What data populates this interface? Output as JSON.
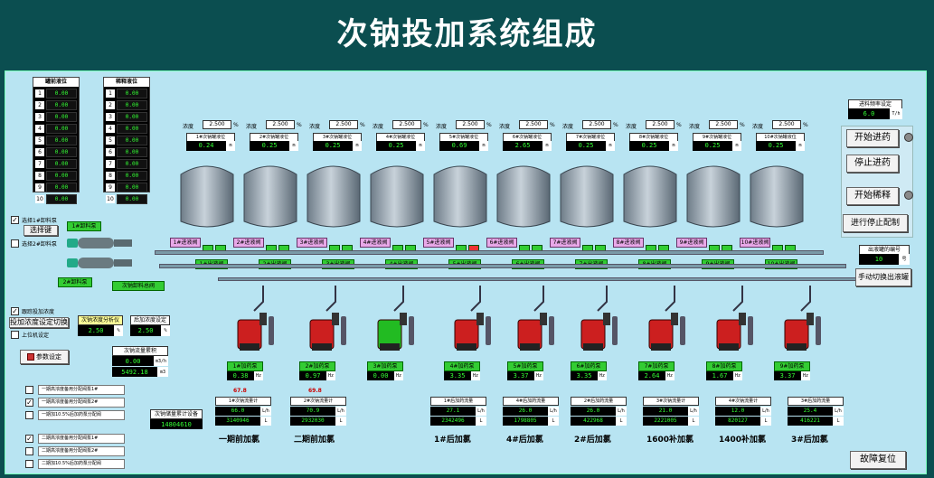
{
  "title": "次钠投加系统组成",
  "left_table_1": {
    "header": "罐前液位",
    "rows": [
      {
        "n": "1",
        "v": "0.00"
      },
      {
        "n": "2",
        "v": "0.00"
      },
      {
        "n": "3",
        "v": "0.00"
      },
      {
        "n": "4",
        "v": "0.00"
      },
      {
        "n": "5",
        "v": "0.00"
      },
      {
        "n": "6",
        "v": "0.00"
      },
      {
        "n": "7",
        "v": "0.00"
      },
      {
        "n": "8",
        "v": "0.00"
      },
      {
        "n": "9",
        "v": "0.00"
      },
      {
        "n": "10",
        "v": "0.00"
      }
    ]
  },
  "left_table_2": {
    "header": "稀释液位",
    "rows": [
      {
        "n": "1",
        "v": "0.00"
      },
      {
        "n": "2",
        "v": "0.00"
      },
      {
        "n": "3",
        "v": "0.00"
      },
      {
        "n": "4",
        "v": "0.00"
      },
      {
        "n": "5",
        "v": "0.00"
      },
      {
        "n": "6",
        "v": "0.00"
      },
      {
        "n": "7",
        "v": "0.00"
      },
      {
        "n": "8",
        "v": "0.00"
      },
      {
        "n": "9",
        "v": "0.00"
      },
      {
        "n": "10",
        "v": "0.00"
      }
    ]
  },
  "tanks": [
    {
      "conc_label": "浓度",
      "conc": "2.500",
      "unit": "%",
      "level_label": "1#次钠罐液位",
      "level": "0.24",
      "level_unit": "m",
      "inlet": "1#进液阀",
      "outlet": "1#出液阀"
    },
    {
      "conc_label": "浓度",
      "conc": "2.500",
      "unit": "%",
      "level_label": "2#次钠罐液位",
      "level": "0.25",
      "level_unit": "m",
      "inlet": "2#进液阀",
      "outlet": "2#出液阀"
    },
    {
      "conc_label": "浓度",
      "conc": "2.500",
      "unit": "%",
      "level_label": "3#次钠罐液位",
      "level": "0.25",
      "level_unit": "m",
      "inlet": "3#进液阀",
      "outlet": "3#出液阀"
    },
    {
      "conc_label": "浓度",
      "conc": "2.500",
      "unit": "%",
      "level_label": "4#次钠罐液位",
      "level": "0.25",
      "level_unit": "m",
      "inlet": "4#进液阀",
      "outlet": "4#出液阀"
    },
    {
      "conc_label": "浓度",
      "conc": "2.500",
      "unit": "%",
      "level_label": "5#次钠罐液位",
      "level": "0.69",
      "level_unit": "m",
      "inlet": "5#进液阀",
      "outlet": "5#出液阀"
    },
    {
      "conc_label": "浓度",
      "conc": "2.500",
      "unit": "%",
      "level_label": "6#次钠罐液位",
      "level": "2.65",
      "level_unit": "m",
      "inlet": "6#进液阀",
      "outlet": "6#出液阀"
    },
    {
      "conc_label": "浓度",
      "conc": "2.500",
      "unit": "%",
      "level_label": "7#次钠罐液位",
      "level": "0.25",
      "level_unit": "m",
      "inlet": "7#进液阀",
      "outlet": "7#出液阀"
    },
    {
      "conc_label": "浓度",
      "conc": "2.500",
      "unit": "%",
      "level_label": "8#次钠罐液位",
      "level": "0.25",
      "level_unit": "m",
      "inlet": "8#进液阀",
      "outlet": "8#出液阀"
    },
    {
      "conc_label": "浓度",
      "conc": "2.500",
      "unit": "%",
      "level_label": "9#次钠罐液位",
      "level": "0.25",
      "level_unit": "m",
      "inlet": "9#进液阀",
      "outlet": "9#出液阀"
    },
    {
      "conc_label": "浓度",
      "conc": "2.500",
      "unit": "%",
      "level_label": "10#次钠罐液位",
      "level": "0.25",
      "level_unit": "m",
      "inlet": "10#进液阀",
      "outlet": "10#出液阀"
    }
  ],
  "right_panel": {
    "set_label": "进料频率设定",
    "set_value": "6.0",
    "set_unit": "T/h",
    "btn_start_feed": "开始进药",
    "btn_stop_feed": "停止进药",
    "btn_start_dilute": "开始稀释",
    "btn_stop_prep": "进行停止配制",
    "tank_no_label": "出液罐的编号",
    "tank_no": "10",
    "tank_no_unit": "号",
    "btn_switch": "手动切换出液罐",
    "btn_reset": "故障复位"
  },
  "left_controls": {
    "cb_pump1": "选择1#卸料泵",
    "cb_pump2": "选择2#卸料泵",
    "btn_select": "选择键",
    "pump1": "1#卸料泵",
    "pump2": "2#卸料泵",
    "main_valve": "次钠卸料总阀",
    "cb_follow": "跟踪投加浓度",
    "btn_conc_set": "投加浓度设定切换",
    "cb_upper": "上位机设定",
    "conc_analysis_label": "次钠浓度分析仪",
    "conc_analysis": "2.50",
    "conc_analysis_unit": "%",
    "post_conc_label": "后加浓度设定",
    "post_conc": "2.50",
    "post_conc_unit": "%",
    "flow_total_label": "次钠流量累积",
    "flow_value": "0.00",
    "flow_unit": "m3/h",
    "flow_total": "5492.18",
    "flow_total_unit": "m3",
    "btn_param": "参数设定",
    "menu": [
      {
        "checked": false,
        "label": "一期高浓度备用分配阀泵1#"
      },
      {
        "checked": true,
        "label": "一期高浓度备用分配阀泵2#"
      },
      {
        "checked": false,
        "label": "一期加10.5%后加药泵分配阀"
      },
      {
        "checked": true,
        "label": "二期高浓度备用分配阀泵1#"
      },
      {
        "checked": false,
        "label": "二期高浓度备用分配阀泵2#"
      },
      {
        "checked": false,
        "label": "二期加10.5%后加药泵分配阀"
      }
    ],
    "total_label": "次钠储量累计设备",
    "total_value": "14804610"
  },
  "pumps": [
    {
      "label": "1#加药泵",
      "value": "0.38",
      "unit": "Hz",
      "color": "red"
    },
    {
      "label": "2#加药泵",
      "value": "0.97",
      "unit": "Hz",
      "color": "red"
    },
    {
      "label": "3#加药泵",
      "value": "0.00",
      "unit": "Hz",
      "color": "green"
    },
    {
      "label": "4#加药泵",
      "value": "3.35",
      "unit": "Hz",
      "color": "red"
    },
    {
      "label": "5#加药泵",
      "value": "3.37",
      "unit": "Hz",
      "color": "red"
    },
    {
      "label": "6#加药泵",
      "value": "3.35",
      "unit": "Hz",
      "color": "red"
    },
    {
      "label": "7#加药泵",
      "value": "2.64",
      "unit": "Hz",
      "color": "red"
    },
    {
      "label": "8#加药泵",
      "value": "1.67",
      "unit": "Hz",
      "color": "red"
    },
    {
      "label": "9#加药泵",
      "value": "3.37",
      "unit": "Hz",
      "color": "red"
    }
  ],
  "flows": [
    {
      "label": "1#次钠流量计",
      "top": "67.8",
      "rate": "66.0",
      "rate_unit": "L/h",
      "total": "3140946",
      "total_unit": "L",
      "area": "一期前加氯"
    },
    {
      "label": "2#次钠流量计",
      "top": "69.8",
      "rate": "70.9",
      "rate_unit": "L/h",
      "total": "2932030",
      "total_unit": "L",
      "area": "二期前加氯"
    },
    {
      "label": "1#后加药流量",
      "top": "",
      "rate": "27.1",
      "rate_unit": "L/h",
      "total": "2342496",
      "total_unit": "L",
      "area": "1#后加氯"
    },
    {
      "label": "4#后加药流量",
      "top": "",
      "rate": "26.0",
      "rate_unit": "L/h",
      "total": "1798805",
      "total_unit": "L",
      "area": "4#后加氯"
    },
    {
      "label": "2#后加药流量",
      "top": "",
      "rate": "26.0",
      "rate_unit": "L/h",
      "total": "422968",
      "total_unit": "L",
      "area": "2#后加氯"
    },
    {
      "label": "3#次钠流量计",
      "top": "",
      "rate": "21.0",
      "rate_unit": "L/h",
      "total": "2221005",
      "total_unit": "L",
      "area": "1600补加氯"
    },
    {
      "label": "4#次钠流量计",
      "top": "",
      "rate": "12.0",
      "rate_unit": "L/h",
      "total": "820127",
      "total_unit": "L",
      "area": "1400补加氯"
    },
    {
      "label": "3#后加药流量",
      "top": "",
      "rate": "25.4",
      "rate_unit": "L/h",
      "total": "416221",
      "total_unit": "L",
      "area": "3#后加氯"
    }
  ],
  "colors": {
    "background": "#0b4e50",
    "panel": "#b8e4f2",
    "valve_on": "#33cc33",
    "valve_alarm": "#ee3333",
    "pump_red": "#cc1f1f",
    "pump_green": "#22bb22"
  }
}
